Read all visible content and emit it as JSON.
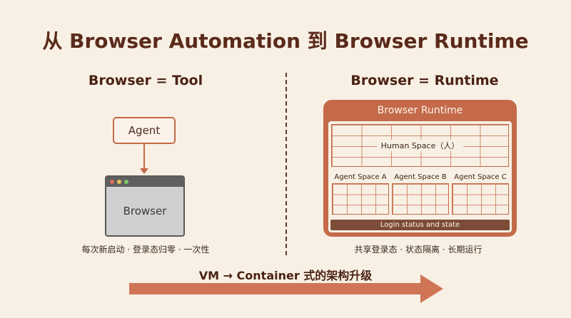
{
  "title": "从 Browser Automation 到 Browser Runtime",
  "left": {
    "heading": "Browser = Tool",
    "agent_label": "Agent",
    "browser_label": "Browser",
    "caption": "每次新启动 · 登录态归零 · 一次性"
  },
  "right": {
    "heading": "Browser = Runtime",
    "runtime_title": "Browser Runtime",
    "human_space": "Human Space（人）",
    "agent_spaces": [
      "Agent Space A",
      "Agent Space B",
      "Agent Space C"
    ],
    "login_bar": "Login status and state",
    "caption": "共享登录态 · 状态隔离 · 长期运行"
  },
  "bottom": {
    "upgrade_label": "VM → Container 式的架构升级"
  },
  "colors": {
    "background": "#f8f0e4",
    "accent": "#c46a4a",
    "dark_bar": "#7c4c38",
    "arrow": "#d07456"
  }
}
